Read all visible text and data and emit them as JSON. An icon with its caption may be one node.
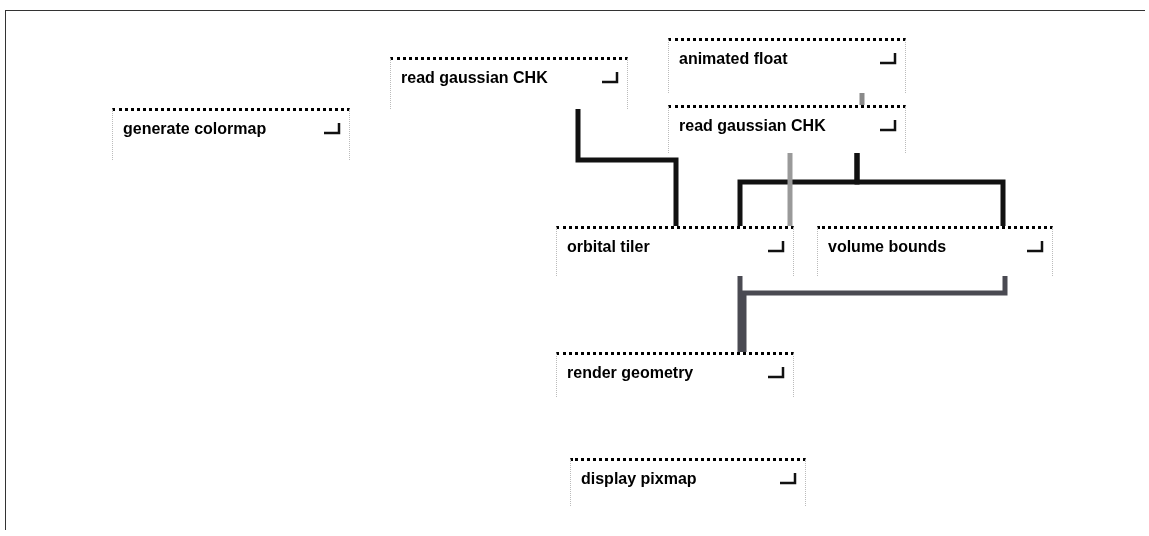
{
  "diagram": {
    "nodes": [
      {
        "text": [
          "generate colormap"
        ]
      },
      {
        "text": [
          "read gaussian CHK"
        ]
      },
      {
        "text": [
          "animated float"
        ]
      },
      {
        "text": [
          "read gaussian CHK"
        ]
      },
      {
        "text": [
          "orbital tiler"
        ]
      },
      {
        "text": [
          "volume bounds"
        ]
      },
      {
        "text": [
          "render geometry"
        ]
      },
      {
        "text": [
          "display pixmap"
        ]
      }
    ],
    "edges": [
      {
        "from": 1,
        "to": 4,
        "arrow": "none"
      },
      {
        "from": 2,
        "to": 3,
        "arrow": "none",
        "color": "#8a8a8a"
      },
      {
        "from": 3,
        "to": 4,
        "arrow": "none"
      },
      {
        "from": 3,
        "to": 5,
        "arrow": "none"
      },
      {
        "from": 3,
        "to": 4,
        "arrow": "none",
        "color": "#9a9a9a"
      },
      {
        "from": 4,
        "to": 6,
        "arrow": "none",
        "color": "#4a4a52"
      },
      {
        "from": 5,
        "to": 6,
        "arrow": "none",
        "color": "#4a4a52"
      }
    ]
  }
}
